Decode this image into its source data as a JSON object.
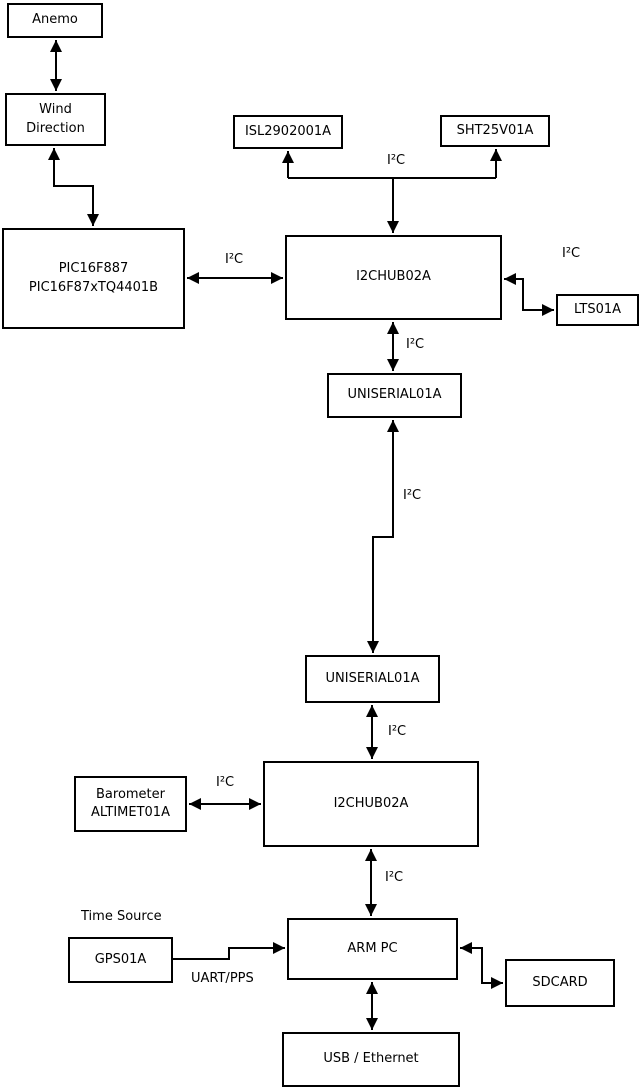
{
  "diagram": {
    "boxes": {
      "anemo": {
        "label": "Anemo"
      },
      "wind_direction": {
        "line1": "Wind",
        "line2": "Direction"
      },
      "pic": {
        "line1": "PIC16F887",
        "line2": "PIC16F87xTQ4401B"
      },
      "isl": {
        "label": "ISL2902001A"
      },
      "sht": {
        "label": "SHT25V01A"
      },
      "i2chub_top": {
        "label": "I2CHUB02A"
      },
      "lts": {
        "label": "LTS01A"
      },
      "uniserial_top": {
        "label": "UNISERIAL01A"
      },
      "uniserial_bottom": {
        "label": "UNISERIAL01A"
      },
      "i2chub_bottom": {
        "label": "I2CHUB02A"
      },
      "barometer": {
        "line1": "Barometer",
        "line2": "ALTIMET01A"
      },
      "arm_pc": {
        "label": "ARM PC"
      },
      "gps": {
        "label": "GPS01A"
      },
      "sdcard": {
        "label": "SDCARD"
      },
      "usb_ethernet": {
        "label": "USB / Ethernet"
      }
    },
    "bus_labels": {
      "pic_hub": "I²C",
      "sensor_tee": "I²C",
      "lts_link": "I²C",
      "hub_uniserial": "I²C",
      "long_link": "I²C",
      "uniserial_hub": "I²C",
      "hub_arm": "I²C",
      "barometer_hub": "I²C"
    },
    "annotations": {
      "time_source": "Time Source",
      "uart_pps": "UART/PPS"
    },
    "colors": {
      "line": "#000000",
      "box_fill": "#ffffff",
      "background": "#ffffff"
    }
  }
}
